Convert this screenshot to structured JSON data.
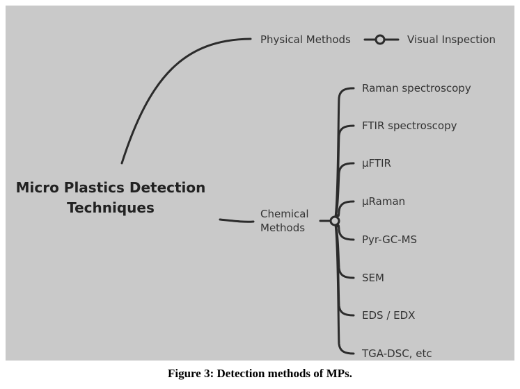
{
  "diagram": {
    "root_line1": "Micro Plastics Detection",
    "root_line2": "Techniques",
    "physical": {
      "label": "Physical Methods",
      "child": "Visual Inspection"
    },
    "chemical": {
      "label_line1": "Chemical",
      "label_line2": "Methods",
      "children": [
        "Raman spectroscopy",
        "FTIR spectroscopy",
        "μFTIR",
        "μRaman",
        "Pyr-GC-MS",
        "SEM",
        "EDS / EDX",
        "TGA-DSC,  etc"
      ]
    }
  },
  "caption": "Figure 3: Detection methods of MPs.",
  "colors": {
    "background": "#c9c9c9",
    "line": "#2b2b2b",
    "text": "#333333"
  }
}
